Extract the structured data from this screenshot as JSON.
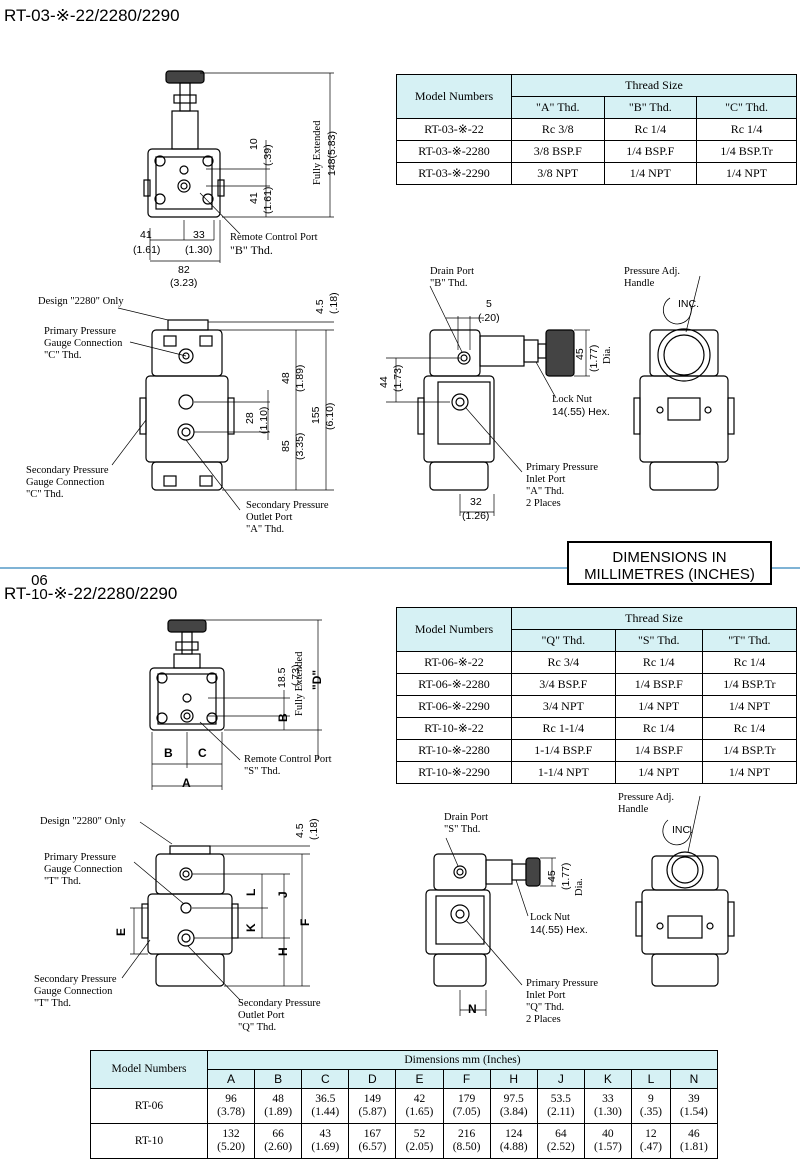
{
  "section1": {
    "title": "RT-03-※-22/2280/2290",
    "labels": {
      "remote_control_port": "Remote Control Port",
      "remote_control_thd": "\"B\" Thd.",
      "design_2280": "Design \"2280\" Only",
      "primary_gauge_1": "Primary Pressure",
      "primary_gauge_2": "Gauge Connection",
      "primary_gauge_3": "\"C\" Thd.",
      "secondary_gauge_1": "Secondary Pressure",
      "secondary_gauge_2": "Gauge Connection",
      "secondary_gauge_3": "\"C\" Thd.",
      "secondary_outlet_1": "Secondary Pressure",
      "secondary_outlet_2": "Outlet Port",
      "secondary_outlet_3": "\"A\" Thd.",
      "drain_port_1": "Drain Port",
      "drain_port_2": "\"B\" Thd.",
      "lock_nut_1": "Lock Nut",
      "lock_nut_2": "14(.55) Hex.",
      "primary_inlet_1": "Primary Pressure",
      "primary_inlet_2": "Inlet Port",
      "primary_inlet_3": "\"A\" Thd.",
      "primary_inlet_4": "2 Places",
      "pressure_adj_1": "Pressure Adj.",
      "pressure_adj_2": "Handle",
      "inc": "INC.",
      "fully_extended": "Fully Extended"
    },
    "dims": {
      "d10": "10",
      "d10i": "(.39)",
      "d41v": "41",
      "d41vi": "(1.61)",
      "d148": "148(5.83)",
      "d41": "41",
      "d41i": "(1.61)",
      "d33": "33",
      "d33i": "(1.30)",
      "d82": "82",
      "d82i": "(3.23)",
      "d45": "4.5",
      "d45i": "(.18)",
      "d48": "48",
      "d48i": "(1.89)",
      "d28": "28",
      "d28i": "(1.10)",
      "d155": "155",
      "d155i": "(6.10)",
      "d85": "85",
      "d85i": "(3.35)",
      "d5": "5",
      "d5i": "(.20)",
      "d44": "44",
      "d44i": "(1.73)",
      "d45h": "45",
      "d45hi": "(1.77)",
      "dia": "Dia.",
      "d32": "32",
      "d32i": "(1.26)"
    },
    "table": {
      "col_model": "Model Numbers",
      "group": "Thread Size",
      "cols": [
        "\"A\" Thd.",
        "\"B\" Thd.",
        "\"C\" Thd."
      ],
      "rows": [
        [
          "RT-03-※-22",
          "Rc 3/8",
          "Rc 1/4",
          "Rc 1/4"
        ],
        [
          "RT-03-※-2280",
          "3/8 BSP.F",
          "1/4 BSP.F",
          "1/4 BSP.Tr"
        ],
        [
          "RT-03-※-2290",
          "3/8 NPT",
          "1/4 NPT",
          "1/4 NPT"
        ]
      ]
    }
  },
  "dimensions_box": {
    "line1": "DIMENSIONS IN",
    "line2": "MILLIMETRES (INCHES)"
  },
  "section2": {
    "title_prefix": "RT-",
    "title_sup": "06",
    "title_sub": "10",
    "title_suffix": "-※-22/2280/2290",
    "labels": {
      "remote_control_port": "Remote Control Port",
      "remote_control_thd": "\"S\" Thd.",
      "design_2280": "Design \"2280\" Only",
      "primary_gauge_1": "Primary Pressure",
      "primary_gauge_2": "Gauge Connection",
      "primary_gauge_3": "\"T\" Thd.",
      "secondary_gauge_1": "Secondary Pressure",
      "secondary_gauge_2": "Gauge Connection",
      "secondary_gauge_3": "\"T\" Thd.",
      "secondary_outlet_1": "Secondary Pressure",
      "secondary_outlet_2": "Outlet Port",
      "secondary_outlet_3": "\"Q\" Thd.",
      "drain_port_1": "Drain Port",
      "drain_port_2": "\"S\" Thd.",
      "lock_nut_1": "Lock Nut",
      "lock_nut_2": "14(.55) Hex.",
      "primary_inlet_1": "Primary Pressure",
      "primary_inlet_2": "Inlet Port",
      "primary_inlet_3": "\"Q\" Thd.",
      "primary_inlet_4": "2 Places",
      "pressure_adj_1": "Pressure Adj.",
      "pressure_adj_2": "Handle",
      "inc": "INC.",
      "fully_extended": "Fully Extended"
    },
    "dims": {
      "d185": "18.5",
      "d185i": "(.73)",
      "B": "B",
      "C": "C",
      "A": "A",
      "D": "\"D\"",
      "d45": "4.5",
      "d45i": "(.18)",
      "L": "L",
      "J": "J",
      "E": "E",
      "K": "K",
      "H": "H",
      "F": "F",
      "N": "N",
      "d45h": "45",
      "d45hi": "(1.77)",
      "dia": "Dia."
    },
    "table": {
      "col_model": "Model Numbers",
      "group": "Thread Size",
      "cols": [
        "\"Q\" Thd.",
        "\"S\" Thd.",
        "\"T\" Thd."
      ],
      "rows": [
        [
          "RT-06-※-22",
          "Rc 3/4",
          "Rc 1/4",
          "Rc 1/4"
        ],
        [
          "RT-06-※-2280",
          "3/4 BSP.F",
          "1/4 BSP.F",
          "1/4 BSP.Tr"
        ],
        [
          "RT-06-※-2290",
          "3/4 NPT",
          "1/4 NPT",
          "1/4 NPT"
        ],
        [
          "RT-10-※-22",
          "Rc 1-1/4",
          "Rc 1/4",
          "Rc 1/4"
        ],
        [
          "RT-10-※-2280",
          "1-1/4 BSP.F",
          "1/4 BSP.F",
          "1/4 BSP.Tr"
        ],
        [
          "RT-10-※-2290",
          "1-1/4 NPT",
          "1/4 NPT",
          "1/4 NPT"
        ]
      ]
    }
  },
  "dimension_table": {
    "col_model": "Model Numbers",
    "group": "Dimensions   mm (Inches)",
    "cols": [
      "A",
      "B",
      "C",
      "D",
      "E",
      "F",
      "H",
      "J",
      "K",
      "L",
      "N"
    ],
    "rows": [
      {
        "model": "RT-06",
        "values": [
          [
            "96",
            "(3.78)"
          ],
          [
            "48",
            "(1.89)"
          ],
          [
            "36.5",
            "(1.44)"
          ],
          [
            "149",
            "(5.87)"
          ],
          [
            "42",
            "(1.65)"
          ],
          [
            "179",
            "(7.05)"
          ],
          [
            "97.5",
            "(3.84)"
          ],
          [
            "53.5",
            "(2.11)"
          ],
          [
            "33",
            "(1.30)"
          ],
          [
            "9",
            "(.35)"
          ],
          [
            "39",
            "(1.54)"
          ]
        ]
      },
      {
        "model": "RT-10",
        "values": [
          [
            "132",
            "(5.20)"
          ],
          [
            "66",
            "(2.60)"
          ],
          [
            "43",
            "(1.69)"
          ],
          [
            "167",
            "(6.57)"
          ],
          [
            "52",
            "(2.05)"
          ],
          [
            "216",
            "(8.50)"
          ],
          [
            "124",
            "(4.88)"
          ],
          [
            "64",
            "(2.52)"
          ],
          [
            "40",
            "(1.57)"
          ],
          [
            "12",
            "(.47)"
          ],
          [
            "46",
            "(1.81)"
          ]
        ]
      }
    ]
  }
}
